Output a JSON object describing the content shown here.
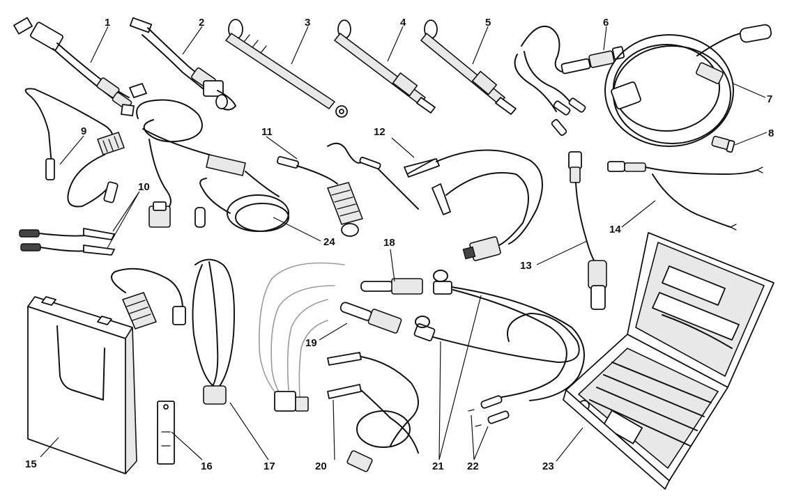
{
  "callouts": {
    "c1": "1",
    "c2": "2",
    "c3": "3",
    "c4": "4",
    "c5": "5",
    "c6": "6",
    "c7": "7",
    "c8": "8",
    "c9": "9",
    "c10": "10",
    "c11": "11",
    "c12": "12",
    "c13": "13",
    "c14": "14",
    "c15": "15",
    "c16": "16",
    "c17": "17",
    "c18": "18",
    "c19": "19",
    "c20": "20",
    "c21": "21",
    "c22": "22",
    "c23": "23",
    "c24": "24"
  },
  "colors": {
    "ink": "#111111",
    "paper": "#ffffff",
    "shade": "#e8e8e8"
  }
}
